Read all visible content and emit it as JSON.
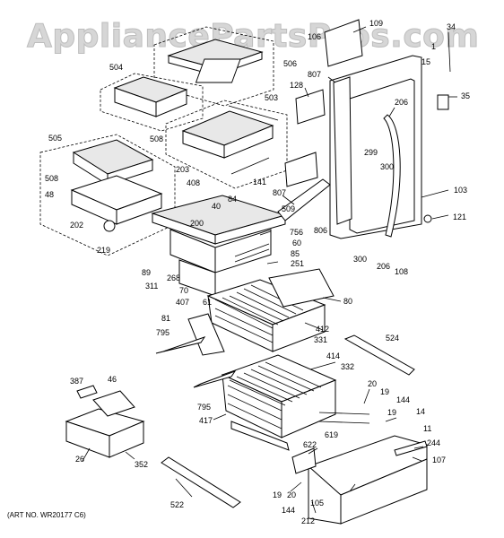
{
  "watermark": "AppliancePartsPros.com",
  "art_number": "(ART NO. WR20177 C6)",
  "labels": [
    "109",
    "34",
    "106",
    "1",
    "15",
    "807",
    "35",
    "128",
    "206",
    "504",
    "506",
    "503",
    "299",
    "300",
    "505",
    "508",
    "203",
    "508",
    "408",
    "141",
    "807",
    "103",
    "48",
    "84",
    "40",
    "200",
    "509",
    "121",
    "202",
    "756",
    "806",
    "219",
    "60",
    "85",
    "300",
    "206",
    "108",
    "89",
    "268",
    "251",
    "311",
    "70",
    "407",
    "61",
    "80",
    "81",
    "412",
    "331",
    "795",
    "524",
    "414",
    "332",
    "387",
    "46",
    "20",
    "19",
    "144",
    "795",
    "417",
    "19",
    "14",
    "619",
    "11",
    "622",
    "244",
    "26",
    "352",
    "107",
    "522",
    "19",
    "20",
    "105",
    "144",
    "212"
  ]
}
